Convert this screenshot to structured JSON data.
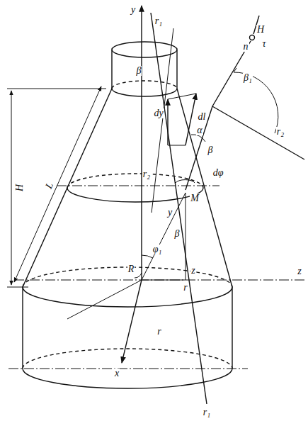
{
  "diagram": {
    "labels": [
      "y",
      "r₁",
      "H",
      "n",
      "τ",
      "β",
      "dy",
      "dl",
      "β₁",
      "r₂",
      "α",
      "β",
      "dφ",
      "M",
      "r₂",
      "y",
      "β",
      "φ₁",
      "z",
      "R",
      "r",
      "r",
      "x",
      "r₁",
      "z",
      "H",
      "L"
    ]
  }
}
